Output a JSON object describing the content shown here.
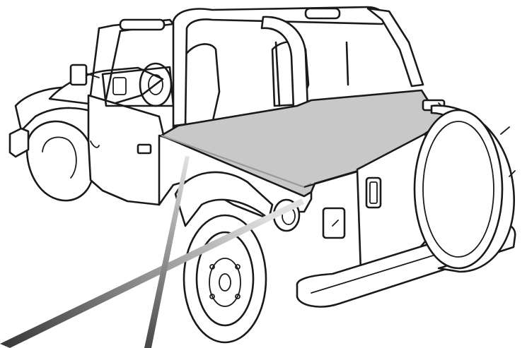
{
  "image": {
    "colors": {
      "background": "#ffffff",
      "line": "#1a1a1a",
      "tonneau_cover": "#c8c8c8",
      "tonneau_cover_edge": "#9a9a9a",
      "leader_light": "#d8d8d8",
      "leader_dark": "#3a3a3a"
    },
    "icons": [
      "jeep-vehicle-illustration",
      "tonneau-cover",
      "spare-tire",
      "callout-leader-lines"
    ]
  }
}
